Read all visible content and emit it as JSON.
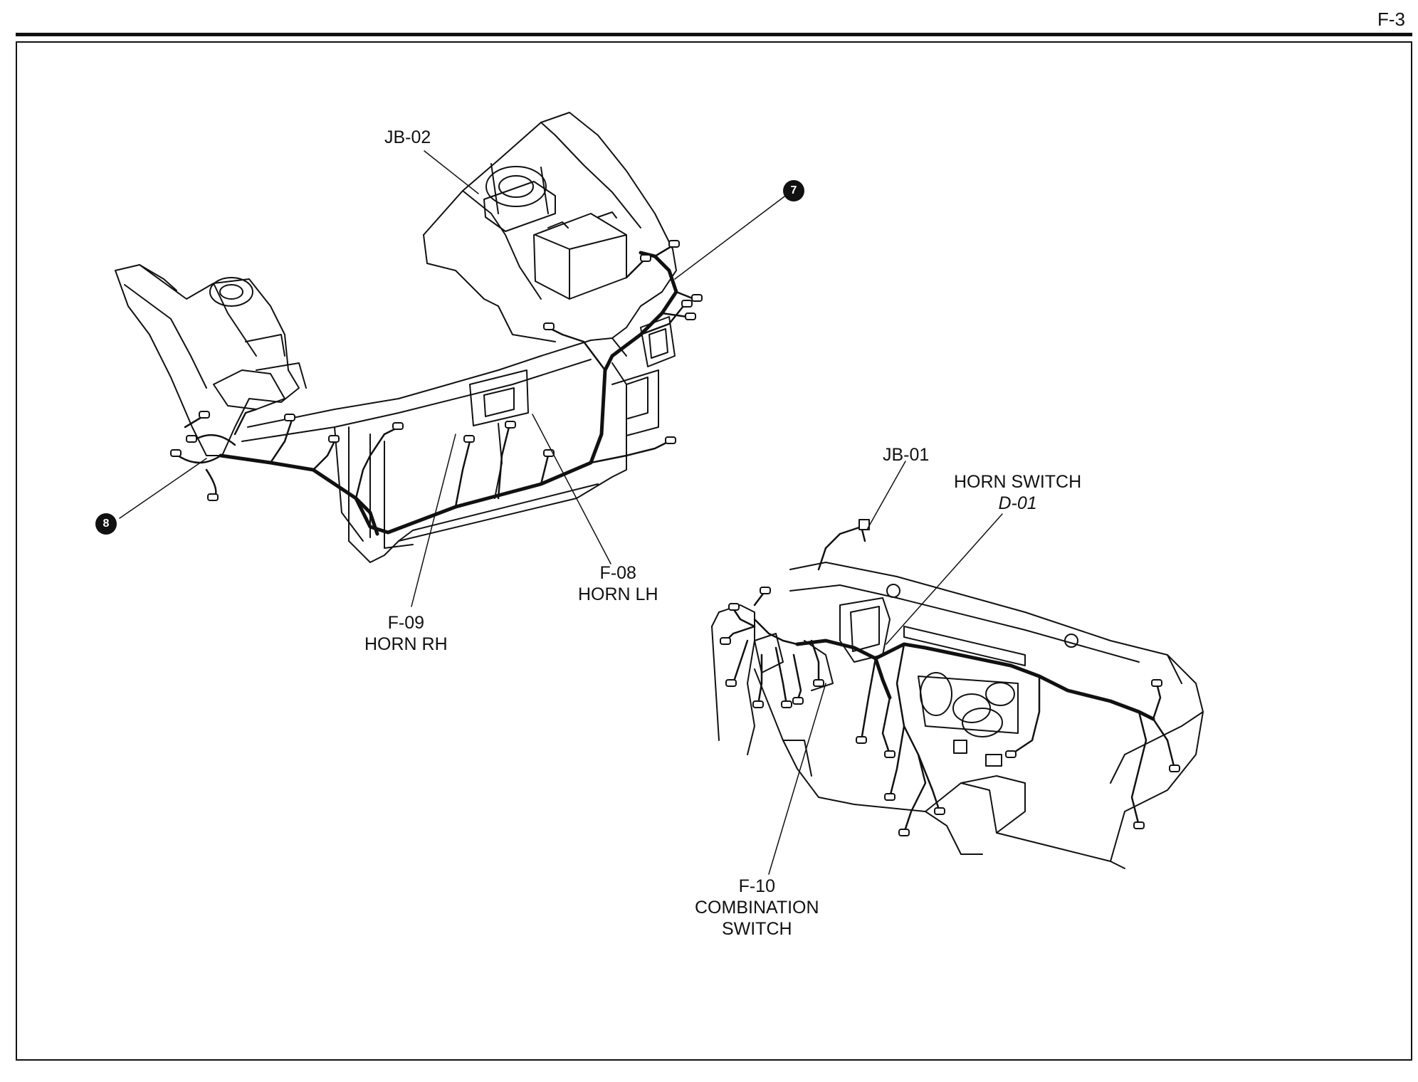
{
  "page_number": "F-3",
  "callouts": {
    "seven": "7",
    "eight": "8"
  },
  "labels": {
    "jb02": "JB-02",
    "jb01": "JB-01",
    "horn_switch": [
      "HORN SWITCH",
      "D-01"
    ],
    "f08": [
      "F-08",
      "HORN LH"
    ],
    "f09": [
      "F-09",
      "HORN RH"
    ],
    "f10": [
      "F-10",
      "COMBINATION",
      "SWITCH"
    ]
  }
}
